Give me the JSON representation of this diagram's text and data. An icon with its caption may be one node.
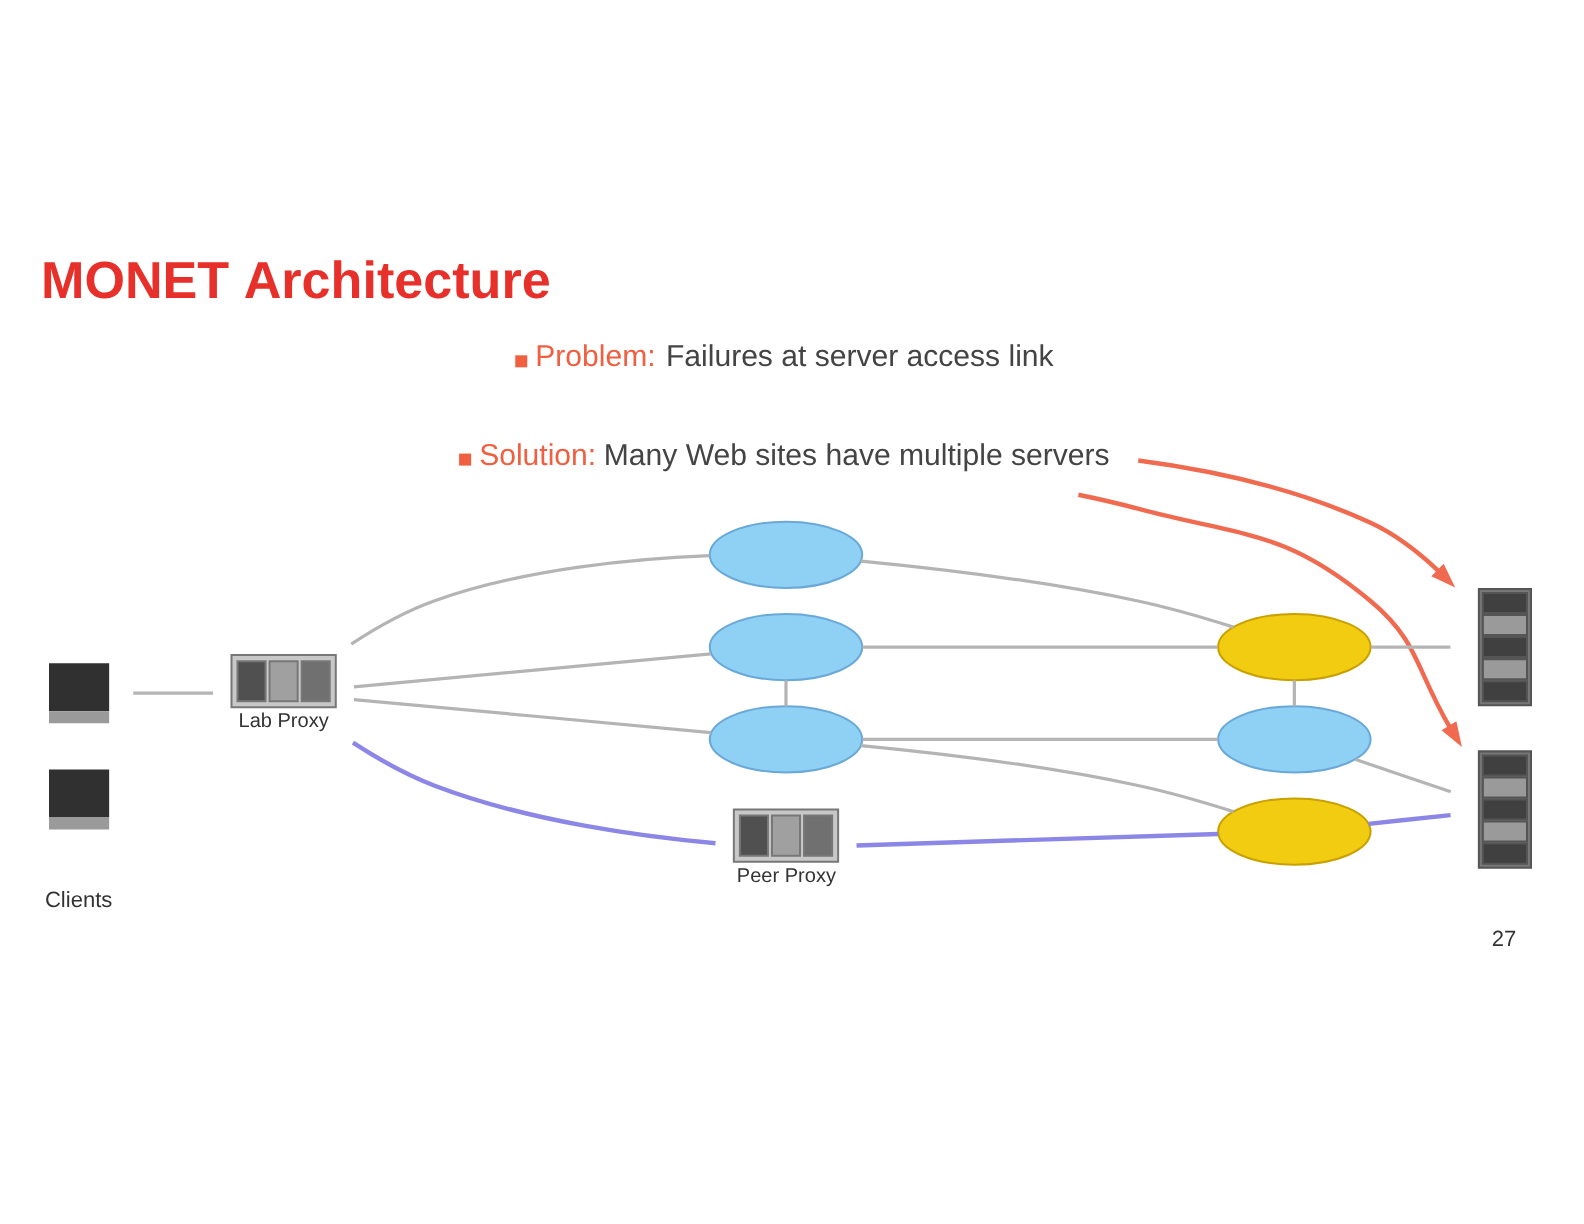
{
  "diagram": {
    "title": "MONET Architecture",
    "nodes": [
      {
        "text": [
          "Solution: Many Web sites have multiple servers"
        ]
      },
      {
        "text": [],
        "shape": "computer"
      },
      {
        "text": [],
        "shape": "computer"
      },
      {
        "text": [],
        "shape": "device",
        "beside": [
          "Lab Proxy"
        ]
      },
      {
        "text": [],
        "shape": "cloud"
      },
      {
        "text": [],
        "shape": "cloud"
      },
      {
        "text": [],
        "shape": "cloud"
      },
      {
        "text": [],
        "shape": "device",
        "beside": [
          "Peer Proxy"
        ]
      },
      {
        "text": [],
        "shape": "cloud"
      },
      {
        "text": [],
        "shape": "cloud"
      },
      {
        "text": [],
        "shape": "cloud"
      },
      {
        "text": [],
        "shape": "server"
      },
      {
        "text": [],
        "shape": "server"
      }
    ],
    "edges": [
      {
        "from": 1,
        "to": 3,
        "arrow": "none"
      },
      {
        "from": 3,
        "to": 4,
        "arrow": "none"
      },
      {
        "from": 3,
        "to": 5,
        "arrow": "none"
      },
      {
        "from": 3,
        "to": 6,
        "arrow": "none"
      },
      {
        "from": 3,
        "to": 7,
        "arrow": "none",
        "color": "#8c87e6"
      },
      {
        "from": 4,
        "to": 8,
        "arrow": "none"
      },
      {
        "from": 5,
        "to": 8,
        "arrow": "none"
      },
      {
        "from": 5,
        "to": 6,
        "arrow": "none"
      },
      {
        "from": 6,
        "to": 9,
        "arrow": "none"
      },
      {
        "from": 6,
        "to": 10,
        "arrow": "none"
      },
      {
        "from": 8,
        "to": 9,
        "arrow": "none"
      },
      {
        "from": 7,
        "to": 10,
        "arrow": "none",
        "color": "#8c87e6"
      },
      {
        "from": 8,
        "to": 11,
        "arrow": "none"
      },
      {
        "from": 9,
        "to": 12,
        "arrow": "none"
      },
      {
        "from": 10,
        "to": 12,
        "arrow": "none",
        "color": "#8c87e6"
      },
      {
        "from": 0,
        "to": 11,
        "arrow": "to",
        "color": "#f06a50"
      },
      {
        "from": 0,
        "to": 12,
        "arrow": "to",
        "color": "#f06a50"
      }
    ],
    "labels": [
      "Problem: Failures at server access link",
      "Clients",
      "27"
    ]
  }
}
